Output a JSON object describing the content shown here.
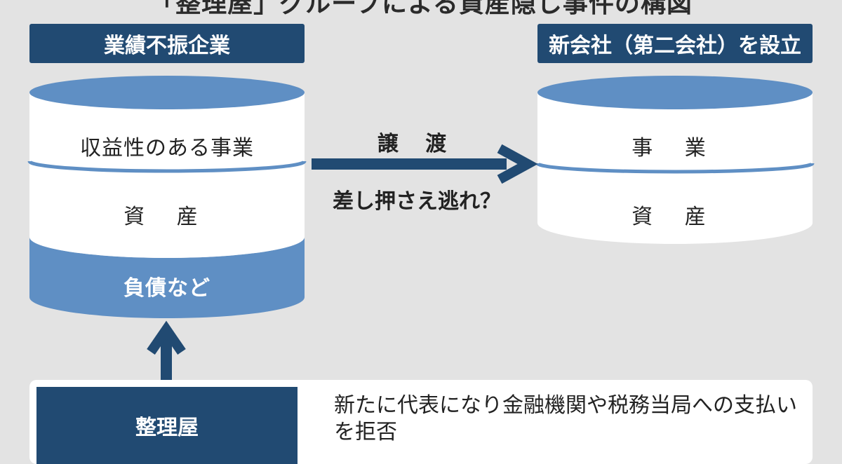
{
  "title": "「整理屋」グループによる資産隠し事件の構図",
  "left": {
    "header": "業績不振企業",
    "layers": [
      "収益性のある事業",
      "資 産",
      "負債など"
    ]
  },
  "right": {
    "header": "新会社（第二会社）を設立",
    "layers": [
      "事 業",
      "資 産"
    ]
  },
  "arrow": {
    "top_label": "譲 渡",
    "bottom_label": "差し押さえ逃れ？"
  },
  "bottom": {
    "label": "整理屋",
    "description": "新たに代表になり金融機関や税務当局への支払いを拒否"
  },
  "colors": {
    "navy": "#214a72",
    "blue": "#5f8fc4",
    "background": "#e3e3e3"
  }
}
